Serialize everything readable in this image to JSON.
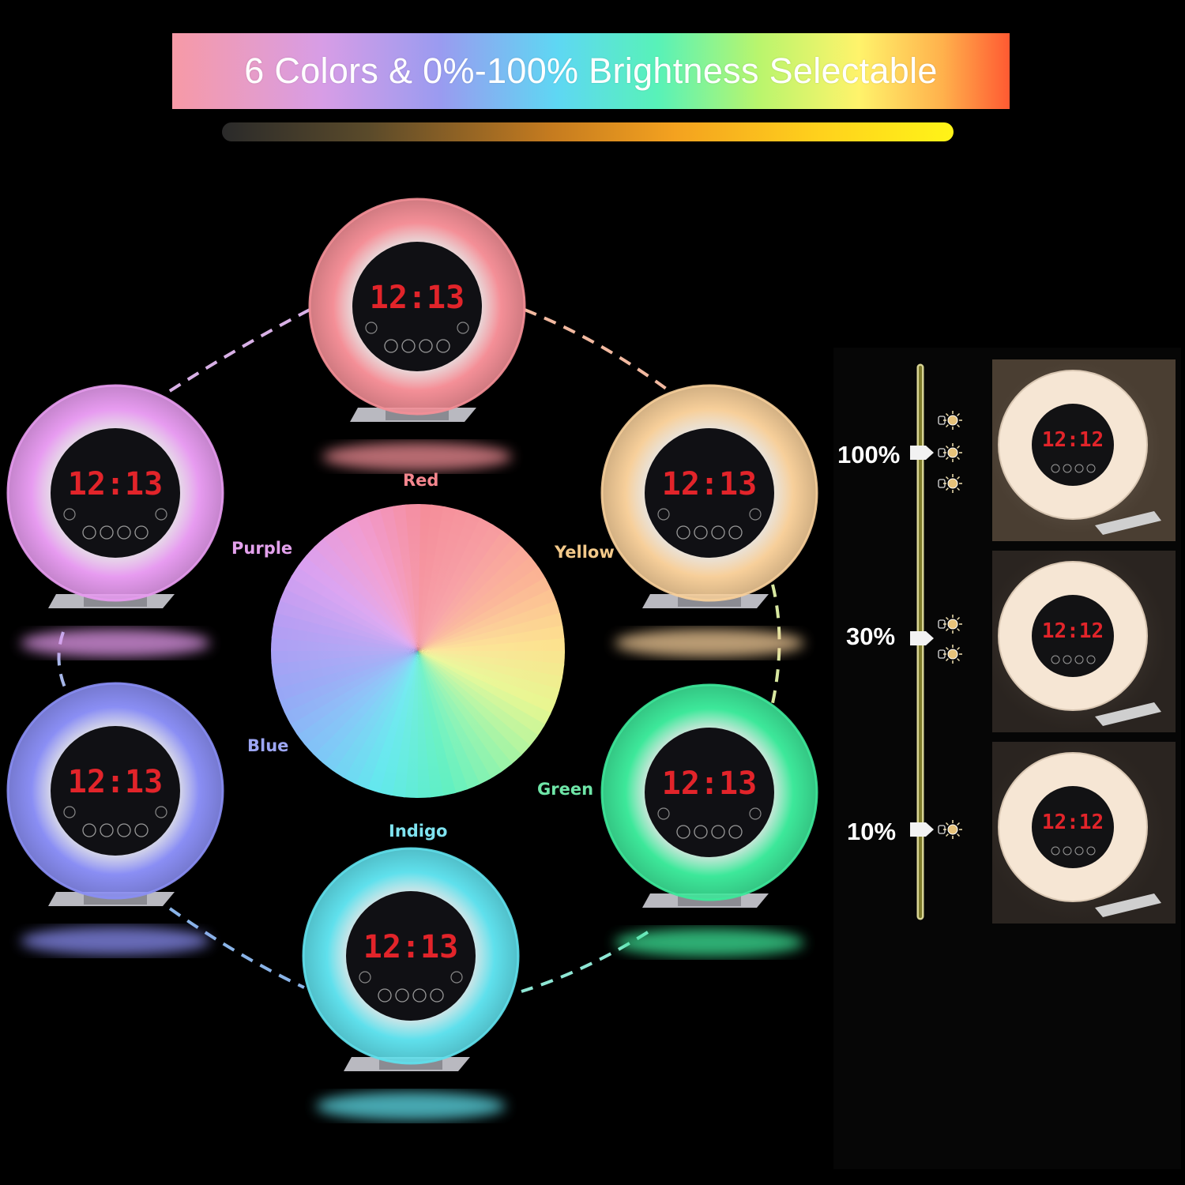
{
  "banner": {
    "title": "6 Colors & 0%-100% Brightness Selectable"
  },
  "clock_time": "12:13",
  "colors": [
    {
      "label": "Red",
      "glow": "#f48f97",
      "text_color": "#f4868e"
    },
    {
      "label": "Yellow",
      "glow": "#f7cf9a",
      "text_color": "#f3c98a"
    },
    {
      "label": "Green",
      "glow": "#3de89a",
      "text_color": "#6fe6a8"
    },
    {
      "label": "Indigo",
      "glow": "#5fe0ec",
      "text_color": "#7fe3f0"
    },
    {
      "label": "Blue",
      "glow": "#8a8ef4",
      "text_color": "#9ca6f4"
    },
    {
      "label": "Purple",
      "glow": "#e79bf0",
      "text_color": "#e3a1ec"
    }
  ],
  "brightness": {
    "clock_time": "12:12",
    "levels": [
      {
        "label": "100%",
        "value": 100,
        "sun_icons": 3
      },
      {
        "label": "30%",
        "value": 30,
        "sun_icons": 2
      },
      {
        "label": "10%",
        "value": 10,
        "sun_icons": 1
      }
    ]
  }
}
